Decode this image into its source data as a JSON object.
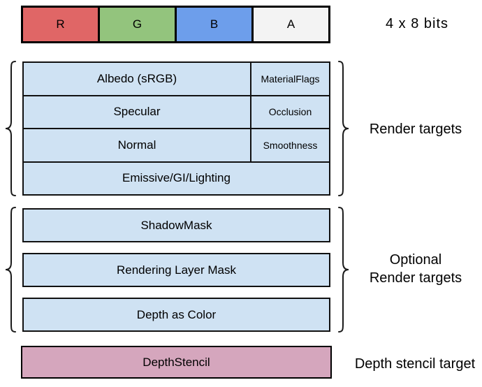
{
  "top_bar": {
    "channels": [
      {
        "label": "R",
        "color": "#e06666"
      },
      {
        "label": "G",
        "color": "#93c47d"
      },
      {
        "label": "B",
        "color": "#6d9eeb"
      },
      {
        "label": "A",
        "color": "#f3f3f3"
      }
    ],
    "caption": "4 x 8 bits"
  },
  "render_targets": {
    "label": "Render targets",
    "rows": [
      {
        "main": "Albedo (sRGB)",
        "sub": "MaterialFlags"
      },
      {
        "main": "Specular",
        "sub": "Occlusion"
      },
      {
        "main": "Normal",
        "sub": "Smoothness"
      },
      {
        "main": "Emissive/GI/Lighting"
      }
    ]
  },
  "optional_targets": {
    "lines": [
      "Optional",
      "Render targets"
    ],
    "boxes": [
      "ShadowMask",
      "Rendering Layer Mask",
      "Depth as Color"
    ]
  },
  "depth_stencil": {
    "box_label": "DepthStencil",
    "caption": "Depth stencil target"
  },
  "colors": {
    "cell_blue": "#cfe2f3",
    "depth_pink": "#d5a6bd",
    "border_strong": "#000000",
    "border_thin": "#111111"
  }
}
